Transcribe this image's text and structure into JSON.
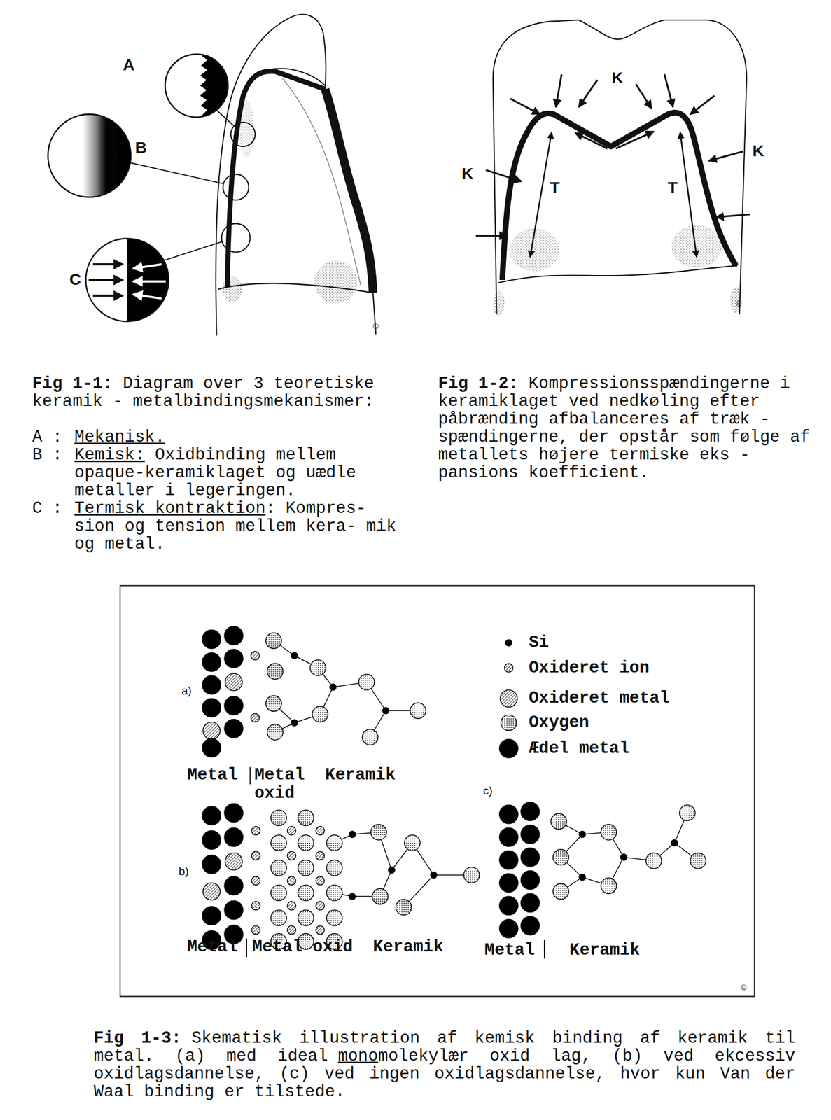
{
  "diagram": {
    "labels": [
      "A",
      "B",
      "C",
      "©",
      "K",
      "K",
      "K",
      "T",
      "T",
      "©",
      "Fig 1-1:",
      "Diagram over 3 teoretiske keramik - metalbindingsmekanismer:",
      "A :",
      "Mekanisk.",
      "B :",
      "Kemisk:",
      "Oxidbinding mellem opaque-keramiklaget og uædle metaller i legeringen.",
      "C :",
      "Termisk kontraktion",
      ": Kompres- sion og tension mellem kera- mik og metal.",
      "Fig 1-2:",
      "Kompressionsspændingerne i keramiklaget ved nedkøling efter påbrænding afbalanceres af træk - spændingerne, der opstår som følge af metallets højere termiske eks - pansions koefficient.",
      "a)",
      "Metal",
      "Metal oxid",
      "Keramik",
      "b)",
      "Metal",
      "Metal oxid",
      "Keramik",
      "c)",
      "Metal",
      "Keramik",
      "©",
      "Fig 1-3:",
      "Skematisk illustration af kemisk binding af keramik til metal. (a) med ideal",
      "mono",
      "molekylær oxid lag, (b) ved ekcessiv oxidlagsdannelse, (c) ved ingen oxidlagsdannelse, hvor kun Van der Waal binding er tilstede."
    ],
    "legend": [
      {
        "text": "Si"
      },
      {
        "text": "Oxideret ion"
      },
      {
        "text": "Oxideret metal"
      },
      {
        "text": "Oxygen"
      },
      {
        "text": "Ædel metal"
      }
    ]
  }
}
